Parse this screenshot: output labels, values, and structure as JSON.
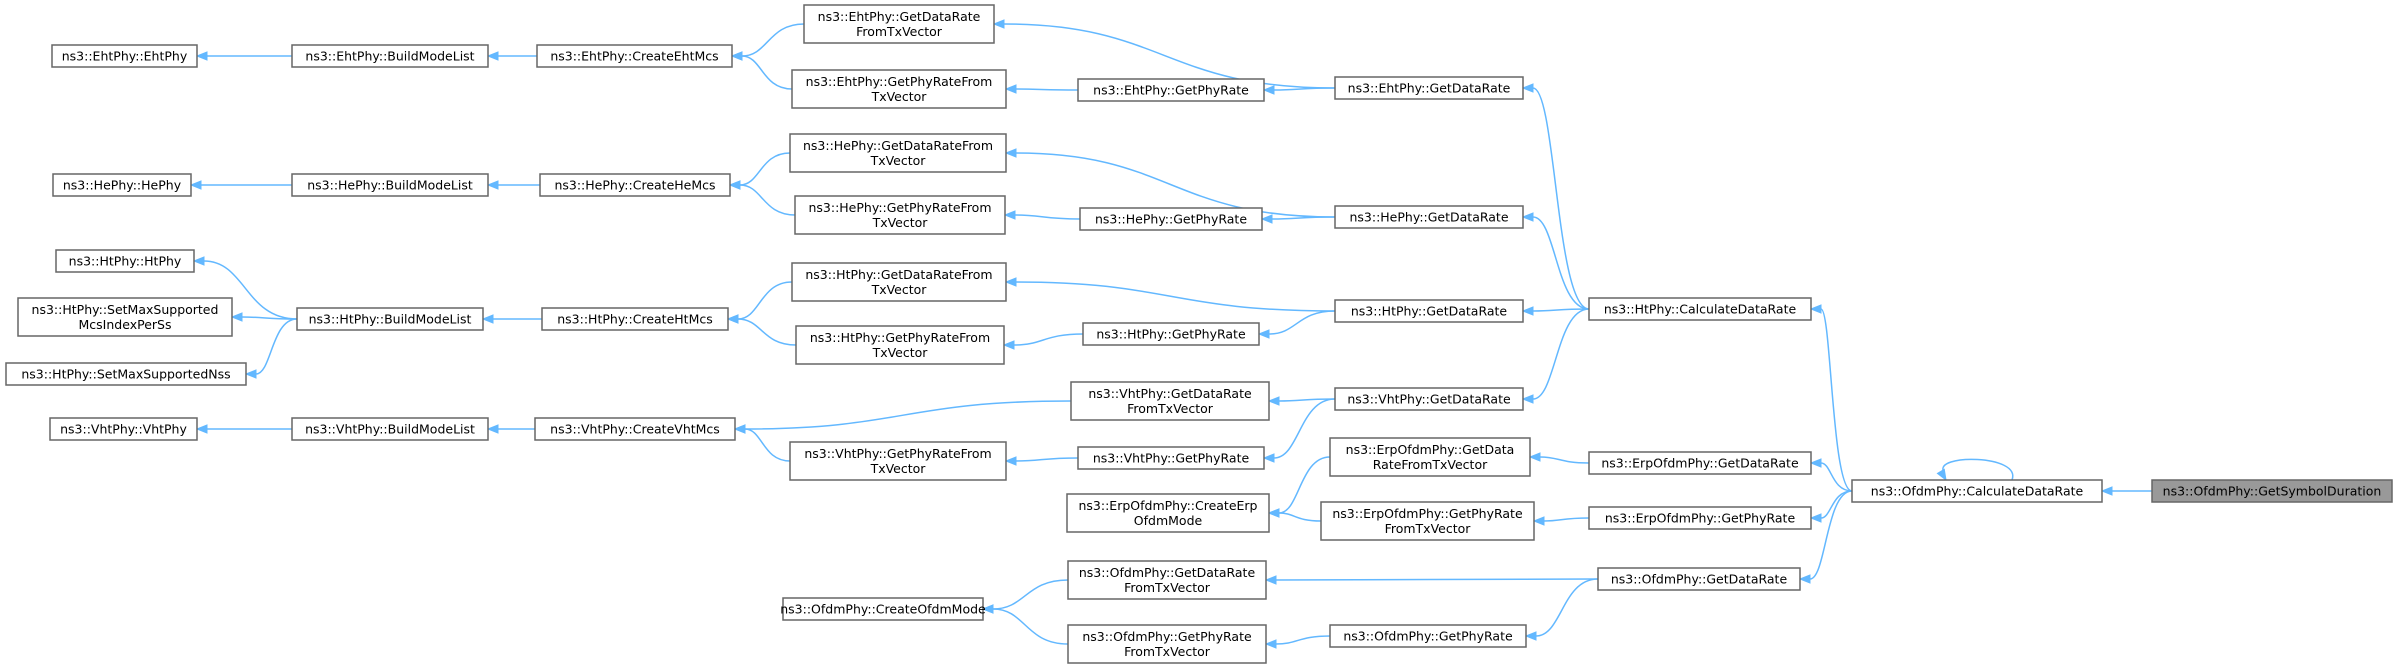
{
  "graph": {
    "nodes": [
      {
        "id": "root",
        "lines": [
          "ns3::OfdmPhy::GetSymbolDuration"
        ],
        "root": true
      },
      {
        "id": "ofdm_calc",
        "lines": [
          "ns3::OfdmPhy::CalculateDataRate"
        ]
      },
      {
        "id": "ht_calc",
        "lines": [
          "ns3::HtPhy::CalculateDataRate"
        ]
      },
      {
        "id": "erp_gdr",
        "lines": [
          "ns3::ErpOfdmPhy::GetDataRate"
        ]
      },
      {
        "id": "erp_gpr",
        "lines": [
          "ns3::ErpOfdmPhy::GetPhyRate"
        ]
      },
      {
        "id": "ofdm_gdr",
        "lines": [
          "ns3::OfdmPhy::GetDataRate"
        ]
      },
      {
        "id": "eht_gdr",
        "lines": [
          "ns3::EhtPhy::GetDataRate"
        ]
      },
      {
        "id": "he_gdr",
        "lines": [
          "ns3::HePhy::GetDataRate"
        ]
      },
      {
        "id": "ht_gdr",
        "lines": [
          "ns3::HtPhy::GetDataRate"
        ]
      },
      {
        "id": "vht_gdr",
        "lines": [
          "ns3::VhtPhy::GetDataRate"
        ]
      },
      {
        "id": "erp_gdrftx",
        "lines": [
          "ns3::ErpOfdmPhy::GetData",
          "RateFromTxVector"
        ]
      },
      {
        "id": "erp_gprftx",
        "lines": [
          "ns3::ErpOfdmPhy::GetPhyRate",
          "FromTxVector"
        ]
      },
      {
        "id": "ofdm_gpr",
        "lines": [
          "ns3::OfdmPhy::GetPhyRate"
        ]
      },
      {
        "id": "ofdm_gdrftx",
        "lines": [
          "ns3::OfdmPhy::GetDataRate",
          "FromTxVector"
        ]
      },
      {
        "id": "ofdm_gprftx",
        "lines": [
          "ns3::OfdmPhy::GetPhyRate",
          "FromTxVector"
        ]
      },
      {
        "id": "eht_gpr",
        "lines": [
          "ns3::EhtPhy::GetPhyRate"
        ]
      },
      {
        "id": "he_gpr",
        "lines": [
          "ns3::HePhy::GetPhyRate"
        ]
      },
      {
        "id": "ht_gpr",
        "lines": [
          "ns3::HtPhy::GetPhyRate"
        ]
      },
      {
        "id": "vht_gpr",
        "lines": [
          "ns3::VhtPhy::GetPhyRate"
        ]
      },
      {
        "id": "vht_gdrftx",
        "lines": [
          "ns3::VhtPhy::GetDataRate",
          "FromTxVector"
        ]
      },
      {
        "id": "erp_create",
        "lines": [
          "ns3::ErpOfdmPhy::CreateErp",
          "OfdmMode"
        ]
      },
      {
        "id": "ofdm_create",
        "lines": [
          "ns3::OfdmPhy::CreateOfdmMode"
        ]
      },
      {
        "id": "eht_gdrftx",
        "lines": [
          "ns3::EhtPhy::GetDataRate",
          "FromTxVector"
        ]
      },
      {
        "id": "eht_gprftx",
        "lines": [
          "ns3::EhtPhy::GetPhyRateFrom",
          "TxVector"
        ]
      },
      {
        "id": "he_gdrftx",
        "lines": [
          "ns3::HePhy::GetDataRateFrom",
          "TxVector"
        ]
      },
      {
        "id": "he_gprftx",
        "lines": [
          "ns3::HePhy::GetPhyRateFrom",
          "TxVector"
        ]
      },
      {
        "id": "ht_gdrftx",
        "lines": [
          "ns3::HtPhy::GetDataRateFrom",
          "TxVector"
        ]
      },
      {
        "id": "ht_gprftx",
        "lines": [
          "ns3::HtPhy::GetPhyRateFrom",
          "TxVector"
        ]
      },
      {
        "id": "vht_gprftx",
        "lines": [
          "ns3::VhtPhy::GetPhyRateFrom",
          "TxVector"
        ]
      },
      {
        "id": "eht_create",
        "lines": [
          "ns3::EhtPhy::CreateEhtMcs"
        ]
      },
      {
        "id": "he_create",
        "lines": [
          "ns3::HePhy::CreateHeMcs"
        ]
      },
      {
        "id": "ht_create",
        "lines": [
          "ns3::HtPhy::CreateHtMcs"
        ]
      },
      {
        "id": "vht_create",
        "lines": [
          "ns3::VhtPhy::CreateVhtMcs"
        ]
      },
      {
        "id": "eht_bml",
        "lines": [
          "ns3::EhtPhy::BuildModeList"
        ]
      },
      {
        "id": "he_bml",
        "lines": [
          "ns3::HePhy::BuildModeList"
        ]
      },
      {
        "id": "ht_bml",
        "lines": [
          "ns3::HtPhy::BuildModeList"
        ]
      },
      {
        "id": "vht_bml",
        "lines": [
          "ns3::VhtPhy::BuildModeList"
        ]
      },
      {
        "id": "eht_ctor",
        "lines": [
          "ns3::EhtPhy::EhtPhy"
        ]
      },
      {
        "id": "he_ctor",
        "lines": [
          "ns3::HePhy::HePhy"
        ]
      },
      {
        "id": "ht_ctor",
        "lines": [
          "ns3::HtPhy::HtPhy"
        ]
      },
      {
        "id": "ht_setmcs",
        "lines": [
          "ns3::HtPhy::SetMaxSupported",
          "McsIndexPerSs"
        ]
      },
      {
        "id": "ht_setnss",
        "lines": [
          "ns3::HtPhy::SetMaxSupportedNss"
        ]
      },
      {
        "id": "vht_ctor",
        "lines": [
          "ns3::VhtPhy::VhtPhy"
        ]
      }
    ],
    "edges": [
      {
        "from": "ofdm_calc",
        "to": "root"
      },
      {
        "from": "ofdm_calc",
        "to": "ofdm_calc",
        "self": true
      },
      {
        "from": "ht_calc",
        "to": "ofdm_calc"
      },
      {
        "from": "erp_gdr",
        "to": "ofdm_calc"
      },
      {
        "from": "erp_gpr",
        "to": "ofdm_calc"
      },
      {
        "from": "ofdm_gdr",
        "to": "ofdm_calc"
      },
      {
        "from": "eht_gdr",
        "to": "ht_calc"
      },
      {
        "from": "he_gdr",
        "to": "ht_calc"
      },
      {
        "from": "ht_gdr",
        "to": "ht_calc"
      },
      {
        "from": "vht_gdr",
        "to": "ht_calc"
      },
      {
        "from": "erp_gdrftx",
        "to": "erp_gdr"
      },
      {
        "from": "erp_gprftx",
        "to": "erp_gpr"
      },
      {
        "from": "ofdm_gdrftx",
        "to": "ofdm_gdr"
      },
      {
        "from": "ofdm_gpr",
        "to": "ofdm_gdr"
      },
      {
        "from": "ofdm_gprftx",
        "to": "ofdm_gpr"
      },
      {
        "from": "eht_gdrftx",
        "to": "eht_gdr"
      },
      {
        "from": "eht_gpr",
        "to": "eht_gdr"
      },
      {
        "from": "eht_gprftx",
        "to": "eht_gpr"
      },
      {
        "from": "he_gdrftx",
        "to": "he_gdr"
      },
      {
        "from": "he_gpr",
        "to": "he_gdr"
      },
      {
        "from": "he_gprftx",
        "to": "he_gpr"
      },
      {
        "from": "ht_gdrftx",
        "to": "ht_gdr"
      },
      {
        "from": "ht_gpr",
        "to": "ht_gdr"
      },
      {
        "from": "ht_gprftx",
        "to": "ht_gpr"
      },
      {
        "from": "vht_gdrftx",
        "to": "vht_gdr"
      },
      {
        "from": "vht_gpr",
        "to": "vht_gdr"
      },
      {
        "from": "vht_gprftx",
        "to": "vht_gpr"
      },
      {
        "from": "erp_create",
        "to": "erp_gdrftx"
      },
      {
        "from": "erp_create",
        "to": "erp_gprftx"
      },
      {
        "from": "ofdm_create",
        "to": "ofdm_gdrftx"
      },
      {
        "from": "ofdm_create",
        "to": "ofdm_gprftx"
      },
      {
        "from": "eht_create",
        "to": "eht_gdrftx"
      },
      {
        "from": "eht_create",
        "to": "eht_gprftx"
      },
      {
        "from": "he_create",
        "to": "he_gdrftx"
      },
      {
        "from": "he_create",
        "to": "he_gprftx"
      },
      {
        "from": "ht_create",
        "to": "ht_gdrftx"
      },
      {
        "from": "ht_create",
        "to": "ht_gprftx"
      },
      {
        "from": "vht_create",
        "to": "vht_gdrftx"
      },
      {
        "from": "vht_create",
        "to": "vht_gprftx"
      },
      {
        "from": "eht_bml",
        "to": "eht_create"
      },
      {
        "from": "he_bml",
        "to": "he_create"
      },
      {
        "from": "ht_bml",
        "to": "ht_create"
      },
      {
        "from": "vht_bml",
        "to": "vht_create"
      },
      {
        "from": "eht_ctor",
        "to": "eht_bml"
      },
      {
        "from": "he_ctor",
        "to": "he_bml"
      },
      {
        "from": "ht_ctor",
        "to": "ht_bml"
      },
      {
        "from": "ht_setmcs",
        "to": "ht_bml"
      },
      {
        "from": "ht_setnss",
        "to": "ht_bml"
      },
      {
        "from": "vht_ctor",
        "to": "vht_bml"
      }
    ]
  }
}
